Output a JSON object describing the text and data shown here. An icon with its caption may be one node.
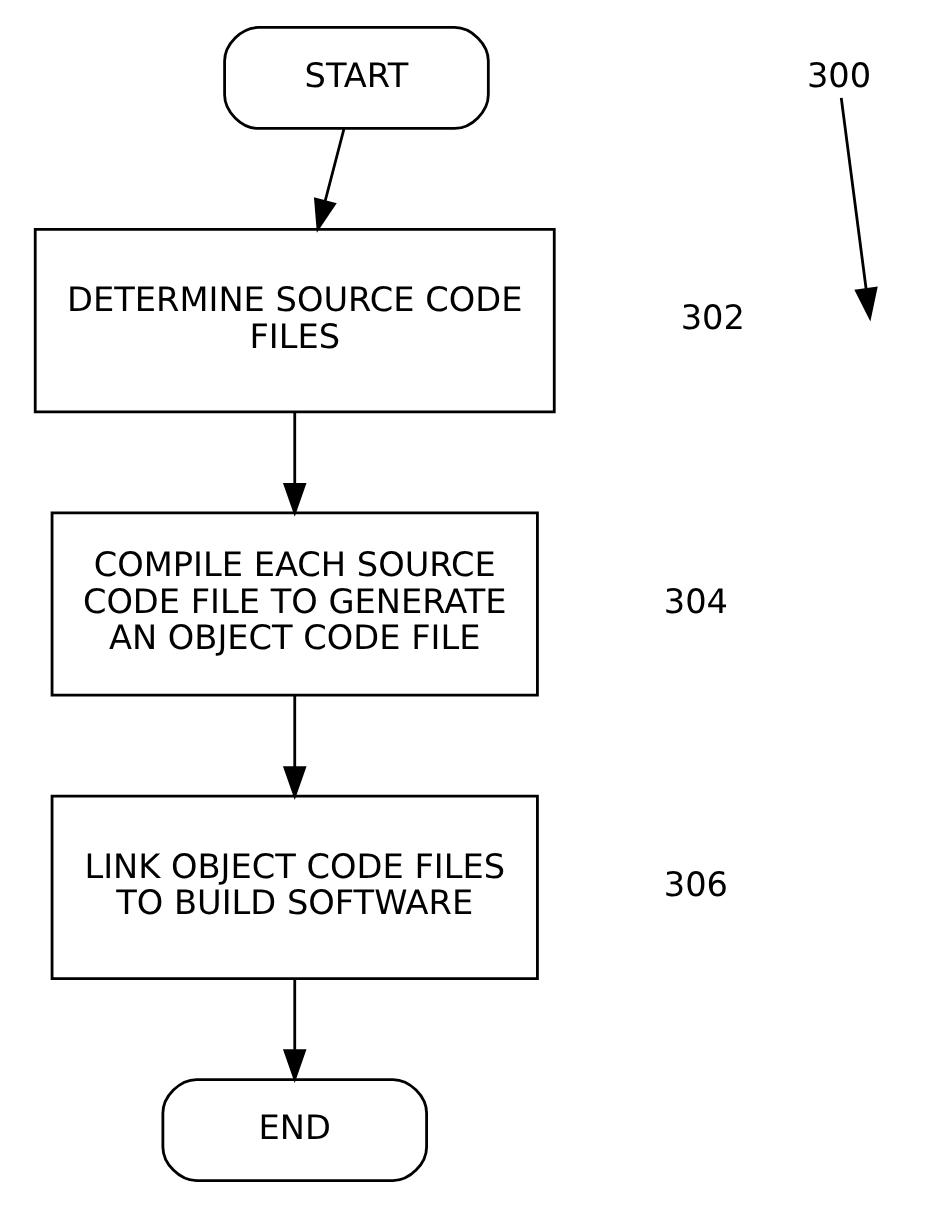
{
  "diagram": {
    "nodes": [
      {
        "text": [
          "START"
        ]
      },
      {
        "text": [
          "DETERMINE SOURCE CODE FILES"
        ],
        "beside": [
          "302"
        ]
      },
      {
        "text": [
          "COMPILE EACH SOURCE CODE FILE TO GENERATE AN OBJECT CODE FILE"
        ],
        "beside": [
          "304"
        ]
      },
      {
        "text": [
          "LINK OBJECT CODE FILES TO BUILD SOFTWARE"
        ],
        "beside": [
          "306"
        ]
      },
      {
        "text": [
          "END"
        ]
      },
      {
        "text": [
          "300"
        ]
      }
    ],
    "edges": [
      {
        "from": 0,
        "to": 1,
        "arrow": "to"
      },
      {
        "from": 1,
        "to": 2,
        "arrow": "to"
      },
      {
        "from": 2,
        "to": 3,
        "arrow": "to"
      },
      {
        "from": 3,
        "to": 4,
        "arrow": "to"
      },
      {
        "from": 5,
        "to": null,
        "arrow": "to"
      }
    ]
  }
}
